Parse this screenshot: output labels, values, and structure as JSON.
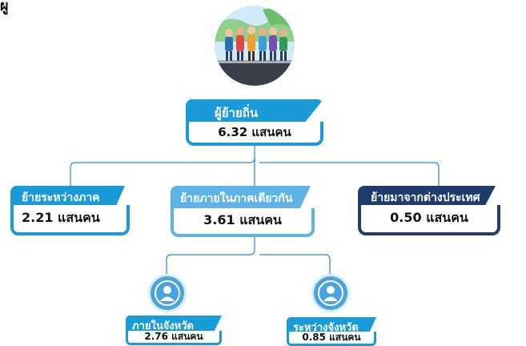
{
  "cut_text": "ผู",
  "root": {
    "label": "ผู้ย้ายถิ่น",
    "value": "6.32 แสนคน"
  },
  "branches": [
    {
      "label": "ย้ายระหว่างภาค",
      "value": "2.21 แสนคน"
    },
    {
      "label": "ย้ายภายในภาคเดียวกัน",
      "value": "3.61 แสนคน"
    },
    {
      "label": "ย้ายมาจากต่างประเทศ",
      "value": "0.50 แสนคน"
    }
  ],
  "sub_branches": [
    {
      "label": "ภายในจังหวัด",
      "value": "2.76 แสนคน"
    },
    {
      "label": "ระหว่างจังหวัด",
      "value": "0.85 แสนคน"
    }
  ],
  "colors": {
    "primary": "#1a9ad6",
    "light": "#5db3e4",
    "dark": "#1e3c6c",
    "connector": "#2a86c9"
  },
  "icons": {
    "hero": "walking-people-illustration",
    "person": "person-icon"
  }
}
